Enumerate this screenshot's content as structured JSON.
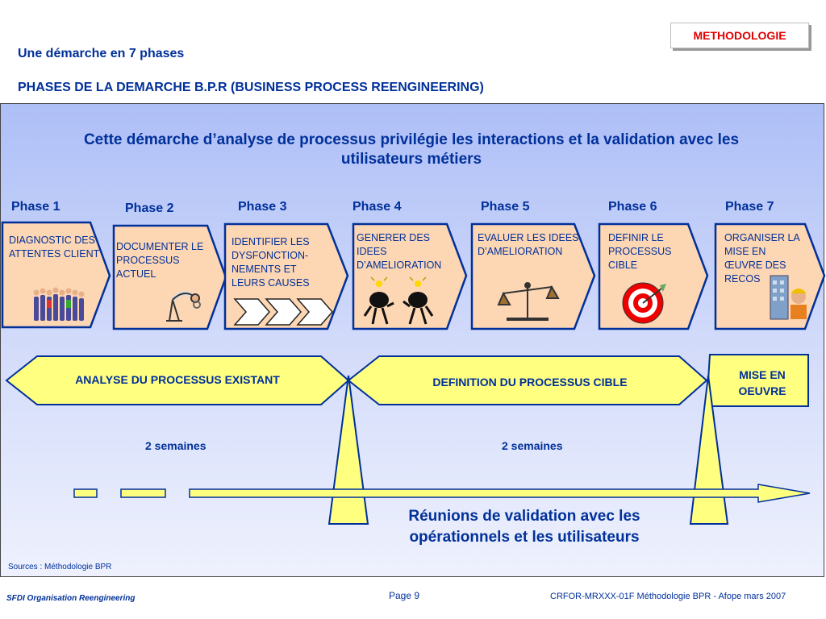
{
  "header": {
    "tag": "METHODOLOGIE",
    "title": "Une démarche en 7 phases",
    "subtitle": "PHASES DE LA DEMARCHE B.P.R (BUSINESS PROCESS REENGINEERING)"
  },
  "lead": "Cette démarche d’analyse de processus privilégie les interactions et la validation avec les utilisateurs métiers",
  "phases": [
    {
      "label": "Phase 1",
      "text": "DIAGNOSTIC DES ATTENTES CLIENT"
    },
    {
      "label": "Phase 2",
      "text": "DOCUMENTER LE PROCESSUS ACTUEL"
    },
    {
      "label": "Phase 3",
      "text": "IDENTIFIER LES DYSFONCTION-NEMENTS ET LEURS CAUSES"
    },
    {
      "label": "Phase 4",
      "text": "GENERER DES IDEES D’AMELIORATION"
    },
    {
      "label": "Phase 5",
      "text": "EVALUER LES IDEES D’AMELIORATION"
    },
    {
      "label": "Phase 6",
      "text": "DEFINIR LE PROCESSUS CIBLE"
    },
    {
      "label": "Phase 7",
      "text": "ORGANISER LA MISE EN ŒUVRE DES RECOS"
    }
  ],
  "bars": {
    "analyse": "ANALYSE DU PROCESSUS EXISTANT",
    "definition": "DEFINITION DU PROCESSUS CIBLE",
    "mise": "MISE EN OEUVRE"
  },
  "durations": {
    "first": "2 semaines",
    "second": "2 semaines"
  },
  "meetings": "Réunions de validation avec les opérationnels et les  utilisateurs",
  "sources": "Sources : Méthodologie BPR",
  "footer": {
    "left": "SFDI Organisation Reengineering",
    "center": "Page 9",
    "right": "CRFOR-MRXXX-01F Méthodologie BPR - Afope mars 2007"
  },
  "colors": {
    "navy": "#00309a",
    "accent": "#e00000",
    "phase_fill": "#fdd6b3",
    "bar_fill": "#ffff80"
  }
}
